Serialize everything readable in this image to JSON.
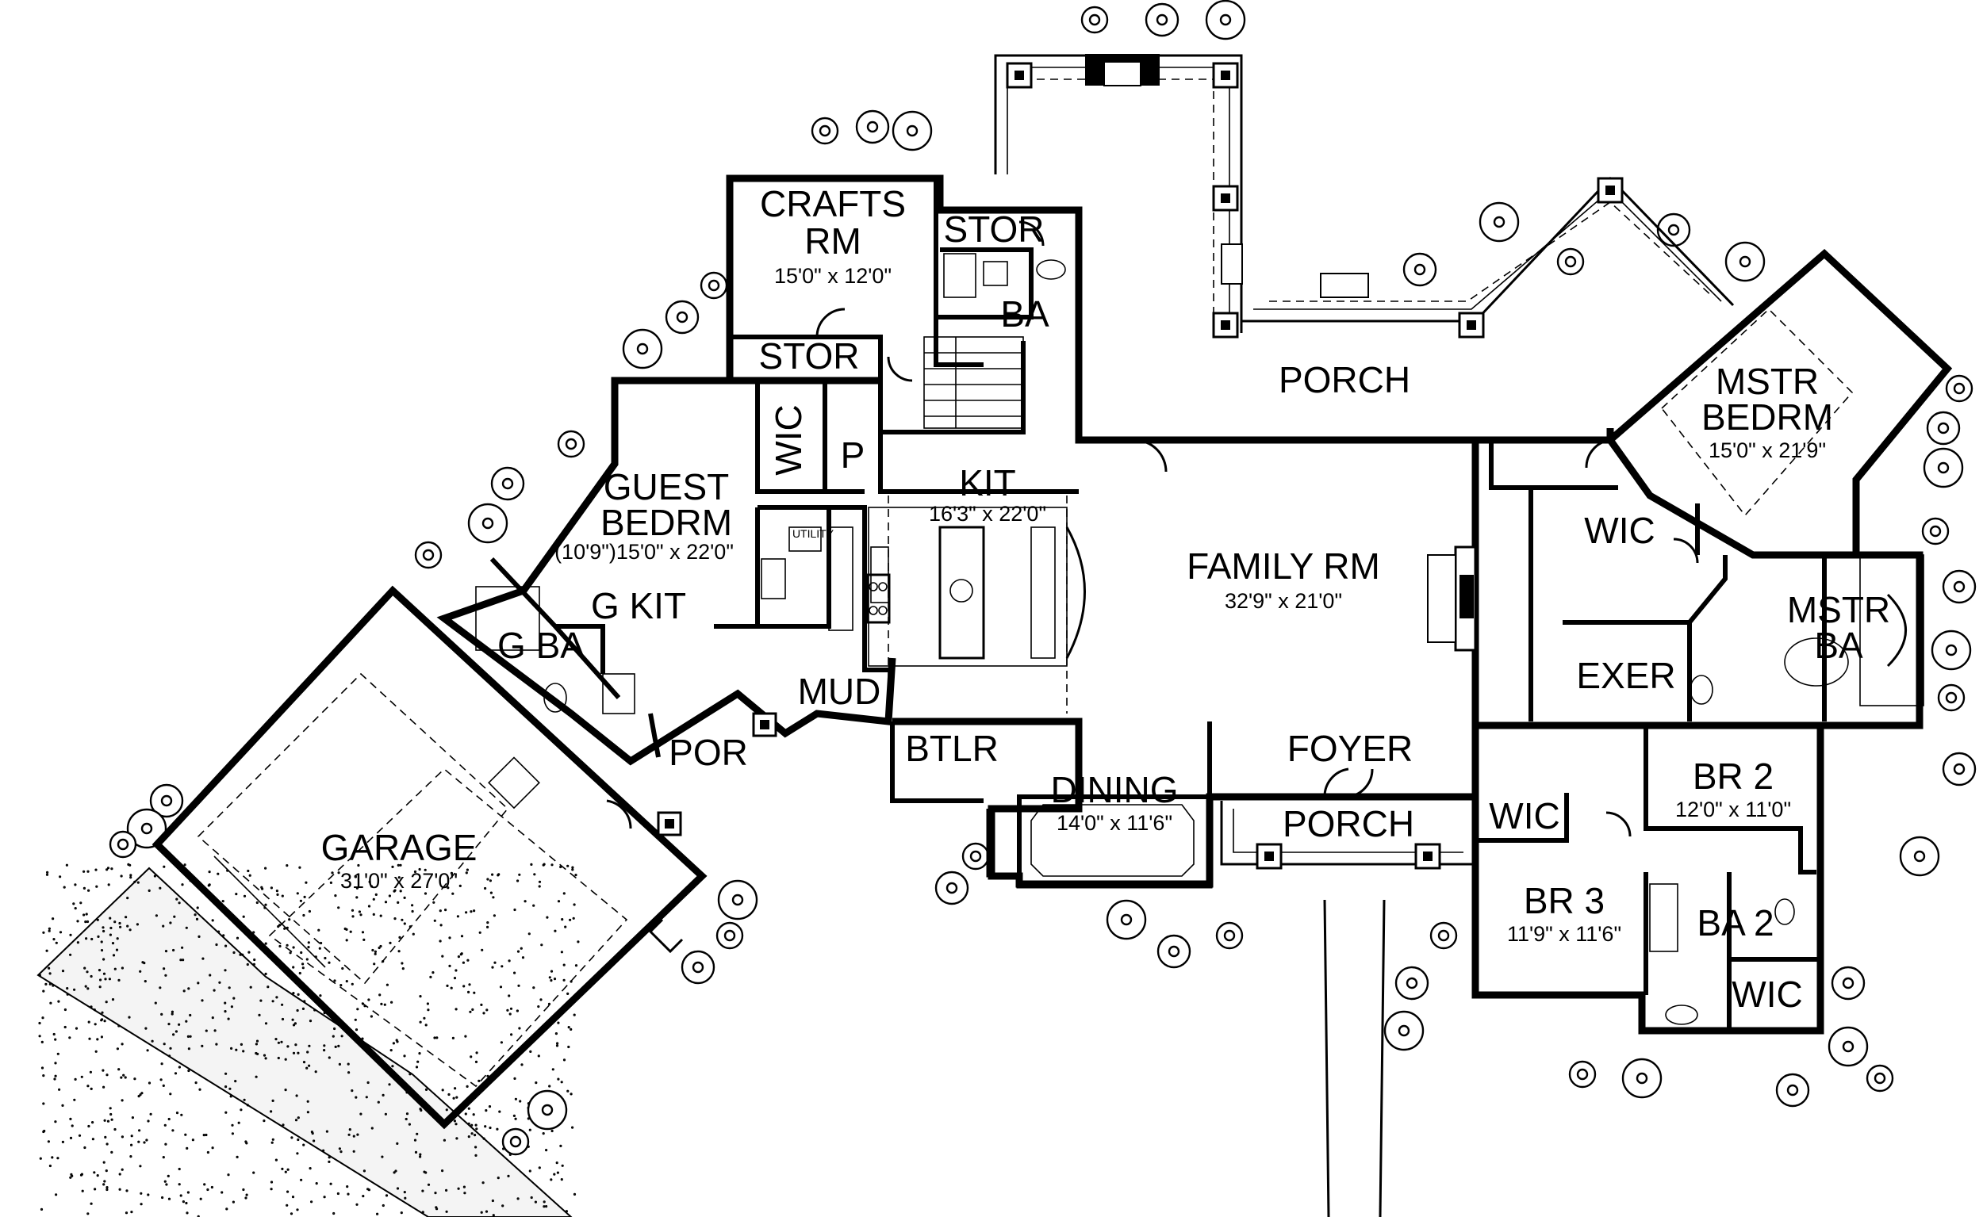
{
  "rooms": {
    "crafts": {
      "name1": "CRAFTS",
      "name2": "RM",
      "dims": "15'0\" x 12'0\""
    },
    "stor_top": {
      "name": "STOR"
    },
    "stor_left": {
      "name": "STOR"
    },
    "ba": {
      "name": "BA"
    },
    "porch_rear": {
      "name": "PORCH"
    },
    "wic_guest": {
      "name": "WIC"
    },
    "pantry": {
      "name": "P"
    },
    "kit": {
      "name": "KIT",
      "dims": "16'3\" x 22'0\""
    },
    "utility": {
      "name": "UTILITY"
    },
    "guest": {
      "name1": "GUEST",
      "name2": "BEDRM",
      "dims": "(10'9\")15'0\" x 22'0\""
    },
    "g_kit": {
      "name": "G KIT"
    },
    "g_ba": {
      "name": "G BA"
    },
    "family": {
      "name": "FAMILY RM",
      "dims": "32'9\" x 21'0\""
    },
    "mstr_bedrm": {
      "name1": "MSTR",
      "name2": "BEDRM",
      "dims": "15'0\" x 21'9\""
    },
    "wic_master": {
      "name": "WIC"
    },
    "mstr_ba": {
      "name1": "MSTR",
      "name2": "BA"
    },
    "exer": {
      "name": "EXER"
    },
    "mud": {
      "name": "MUD"
    },
    "por": {
      "name": "POR"
    },
    "btlr": {
      "name": "BTLR"
    },
    "dining": {
      "name": "DINING",
      "dims": "14'0\" x 11'6\""
    },
    "foyer": {
      "name": "FOYER"
    },
    "porch_front": {
      "name": "PORCH"
    },
    "wic_br": {
      "name": "WIC"
    },
    "br2": {
      "name": "BR 2",
      "dims": "12'0\" x 11'0\""
    },
    "br3": {
      "name": "BR 3",
      "dims": "11'9\" x 11'6\""
    },
    "ba2": {
      "name": "BA 2"
    },
    "wic_ba2": {
      "name": "WIC"
    },
    "garage": {
      "name": "GARAGE",
      "dims": "31'0\" x 27'0\""
    }
  }
}
